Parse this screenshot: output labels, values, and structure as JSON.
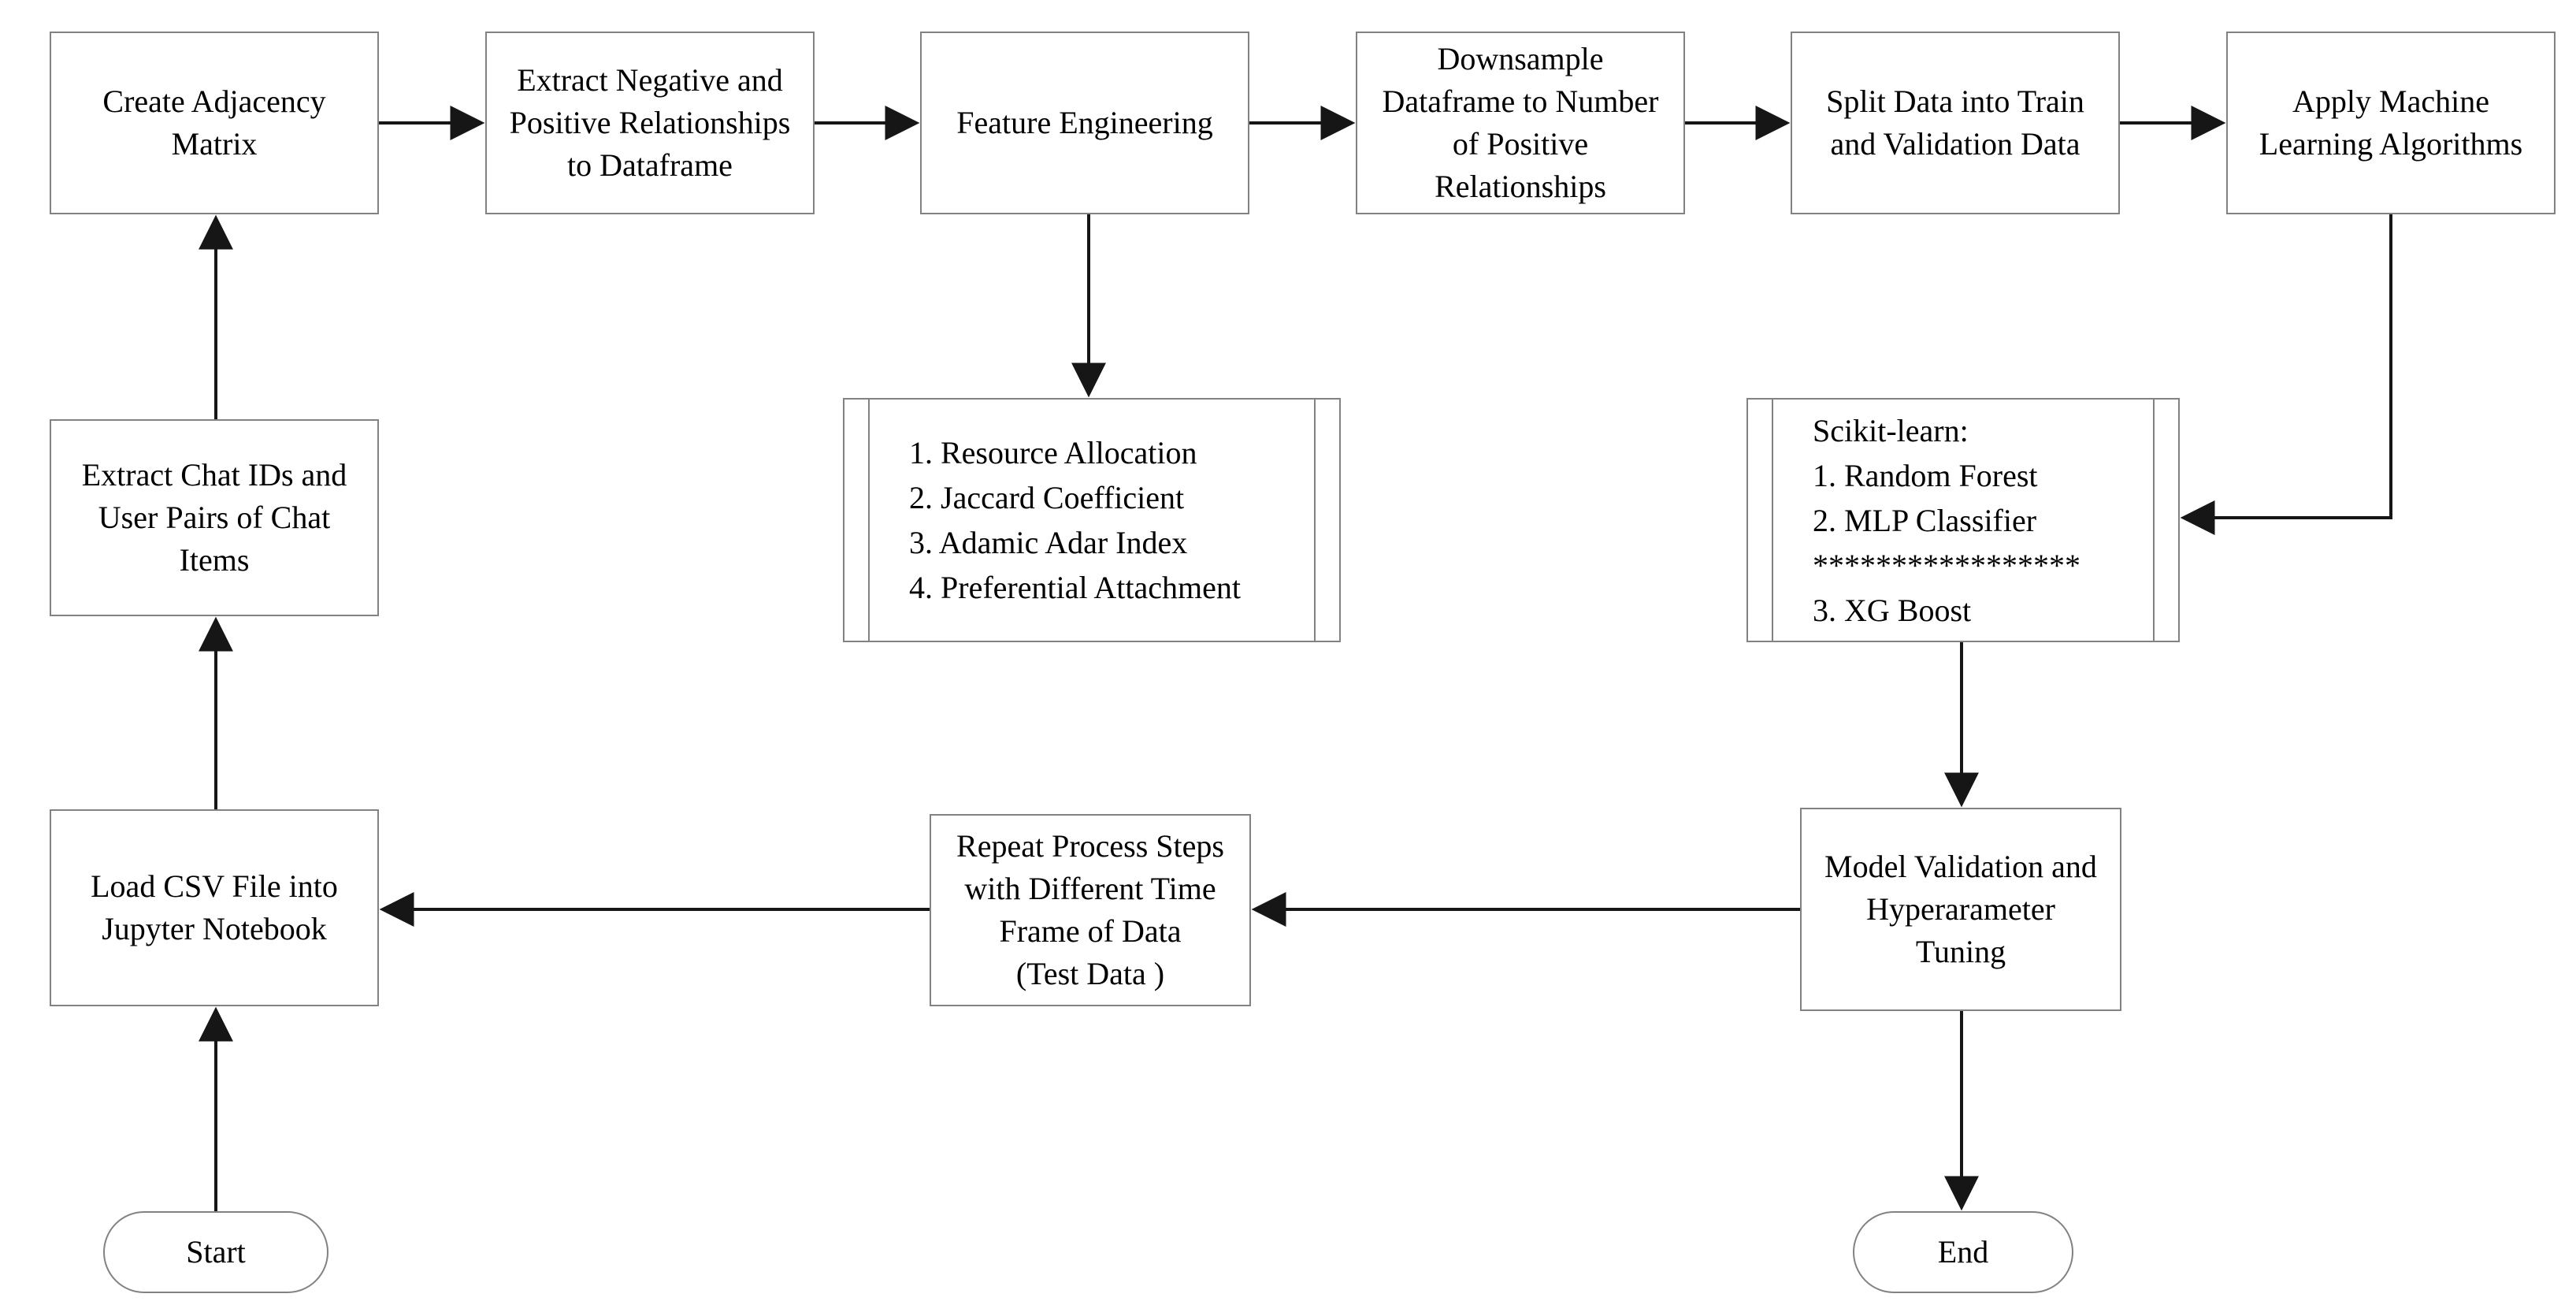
{
  "diagram": {
    "type": "flowchart",
    "colors": {
      "background": "#ffffff",
      "node_border": "#828282",
      "connector": "#161616",
      "text": "#000000"
    },
    "nodes": {
      "create_adjacency": {
        "shape": "process",
        "label": "Create Adjacency\nMatrix"
      },
      "extract_relationships": {
        "shape": "process",
        "label": "Extract Negative and\nPositive Relationships\nto Dataframe"
      },
      "feature_engineering": {
        "shape": "process",
        "label": "Feature Engineering"
      },
      "downsample": {
        "shape": "process",
        "label": "Downsample\nDataframe to Number\nof Positive\nRelationships"
      },
      "split_data": {
        "shape": "process",
        "label": "Split Data into Train\nand Validation Data"
      },
      "apply_ml": {
        "shape": "process",
        "label": "Apply Machine\nLearning Algorithms"
      },
      "feature_list": {
        "shape": "subroutine",
        "label": "1. Resource Allocation\n2. Jaccard Coefficient\n3. Adamic Adar Index\n4. Preferential Attachment"
      },
      "sklearn_list": {
        "shape": "subroutine",
        "label": "Scikit-learn:\n1. Random Forest\n2. MLP Classifier\n*****************\n3. XG Boost"
      },
      "model_validation": {
        "shape": "process",
        "label": "Model Validation and\nHyperarameter\nTuning"
      },
      "repeat_process": {
        "shape": "process",
        "label": "Repeat Process Steps\nwith Different Time\nFrame of Data\n(Test Data )"
      },
      "load_csv": {
        "shape": "process",
        "label": "Load CSV File into\nJupyter Notebook"
      },
      "extract_chat": {
        "shape": "process",
        "label": "Extract Chat IDs and\nUser Pairs of Chat\nItems"
      },
      "start": {
        "shape": "terminator",
        "label": "Start"
      },
      "end": {
        "shape": "terminator",
        "label": "End"
      }
    },
    "edges": [
      {
        "from": "start",
        "to": "load_csv"
      },
      {
        "from": "load_csv",
        "to": "extract_chat"
      },
      {
        "from": "extract_chat",
        "to": "create_adjacency"
      },
      {
        "from": "create_adjacency",
        "to": "extract_relationships"
      },
      {
        "from": "extract_relationships",
        "to": "feature_engineering"
      },
      {
        "from": "feature_engineering",
        "to": "downsample"
      },
      {
        "from": "downsample",
        "to": "split_data"
      },
      {
        "from": "split_data",
        "to": "apply_ml"
      },
      {
        "from": "feature_engineering",
        "to": "feature_list"
      },
      {
        "from": "apply_ml",
        "to": "sklearn_list"
      },
      {
        "from": "sklearn_list",
        "to": "model_validation"
      },
      {
        "from": "model_validation",
        "to": "repeat_process"
      },
      {
        "from": "repeat_process",
        "to": "load_csv"
      },
      {
        "from": "model_validation",
        "to": "end"
      }
    ]
  }
}
